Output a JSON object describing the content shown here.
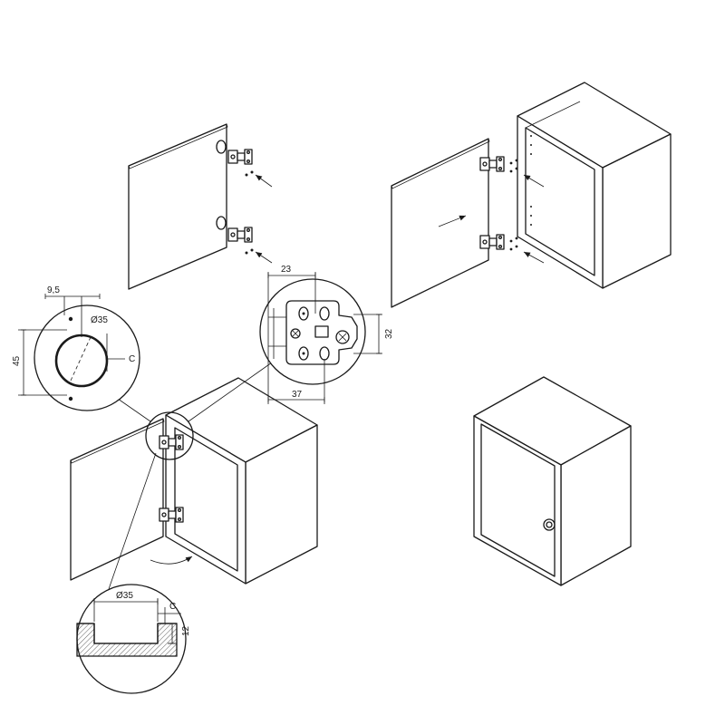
{
  "dimensions": {
    "top_offset": "9,5",
    "cup_diameter_top": "Ø35",
    "height_45": "45",
    "clearance_top": "C",
    "plate_width_23": "23",
    "plate_height_32": "32",
    "plate_length_37": "37",
    "cup_diameter_bottom": "Ø35",
    "clearance_bottom": "C",
    "cup_depth": "12"
  }
}
